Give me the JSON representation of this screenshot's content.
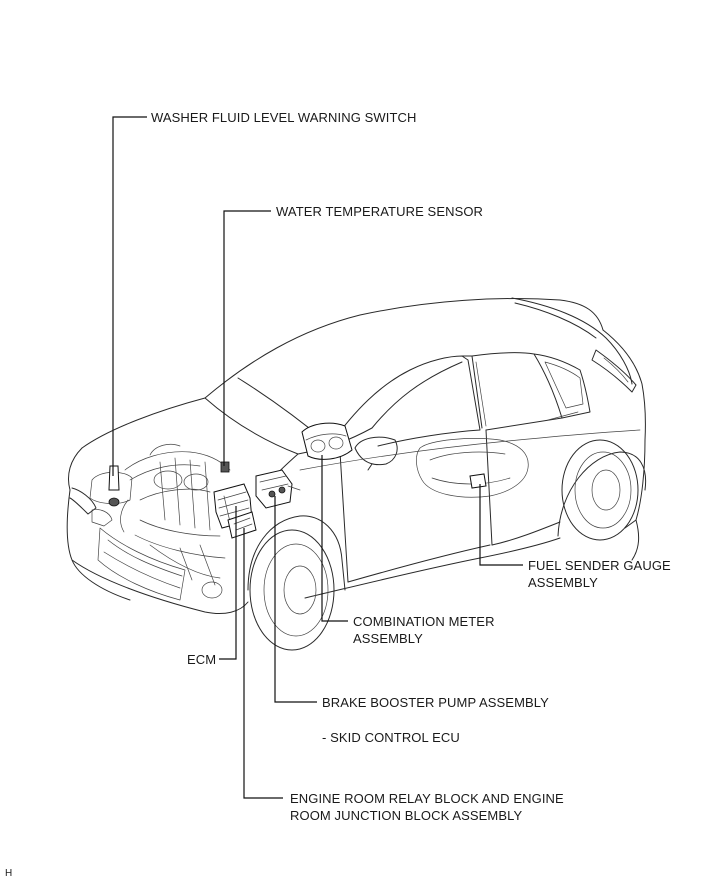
{
  "labels": {
    "washer_fluid": "WASHER FLUID LEVEL WARNING SWITCH",
    "water_temp": "WATER TEMPERATURE SENSOR",
    "fuel_sender": [
      "FUEL SENDER GAUGE",
      "ASSEMBLY"
    ],
    "combination_meter": [
      "COMBINATION METER",
      "ASSEMBLY"
    ],
    "ecm": "ECM",
    "brake_booster": "BRAKE BOOSTER PUMP ASSEMBLY",
    "skid_control": "- SKID CONTROL ECU",
    "relay_block": [
      "ENGINE ROOM RELAY BLOCK AND ENGINE",
      "ROOM JUNCTION BLOCK ASSEMBLY"
    ]
  },
  "figure_id": "H"
}
